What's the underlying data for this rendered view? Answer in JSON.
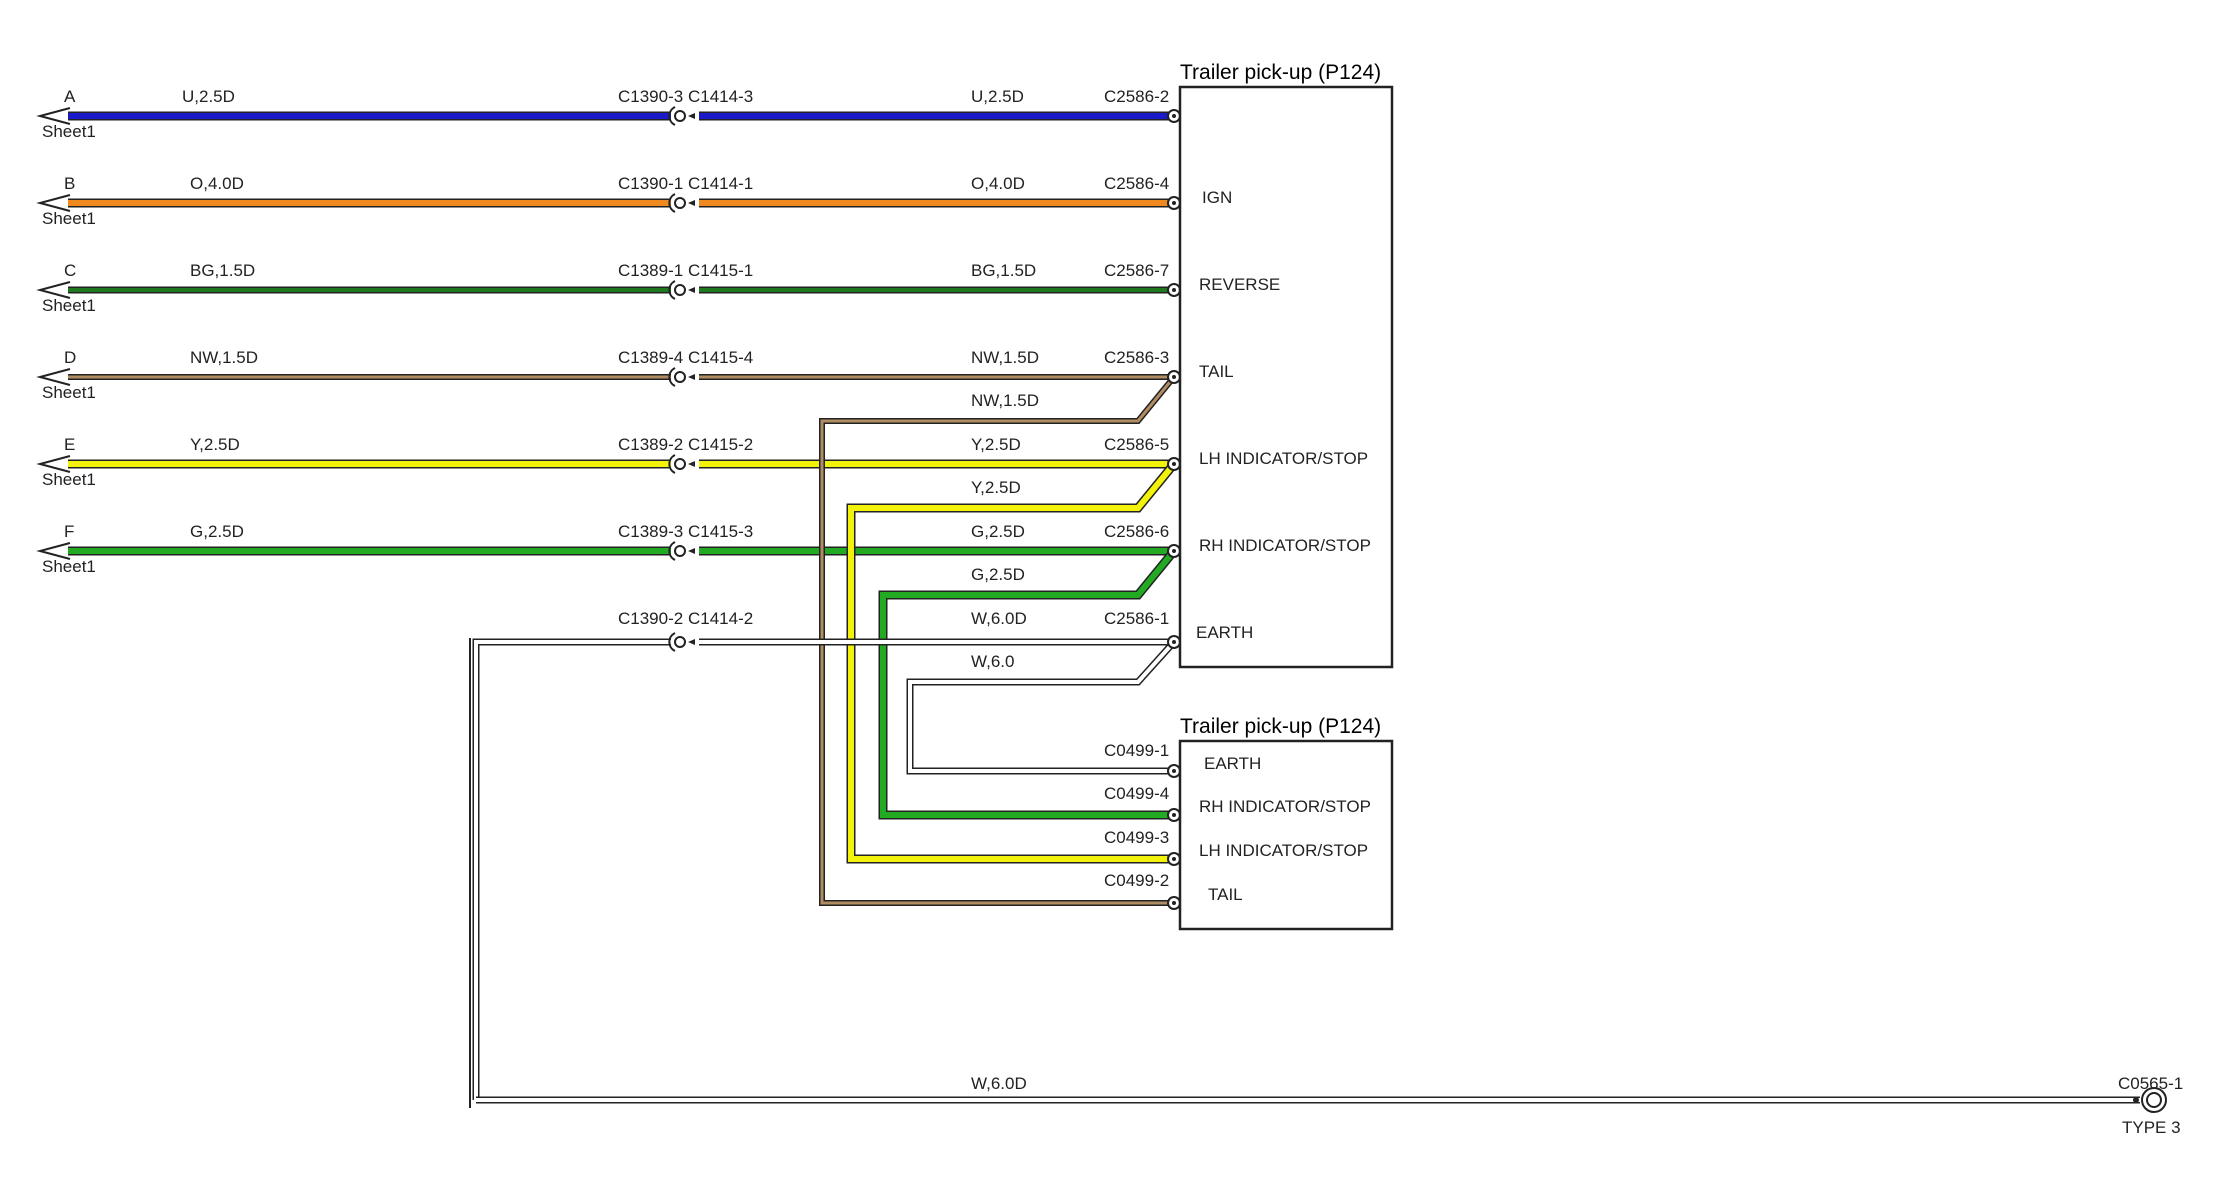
{
  "sheet_label": "Sheet1",
  "colors": {
    "U": "#1a1ac8",
    "O": "#f08a1e",
    "BG": "#1f7a1f",
    "NW": "#b08d62",
    "Y": "#f2f20a",
    "G": "#22aa22",
    "W": "#ffffff",
    "outline": "#222222"
  },
  "modules": [
    {
      "title": "Trailer pick-up (P124)",
      "pins": [
        "IGN",
        "REVERSE",
        "TAIL",
        "LH INDICATOR/STOP",
        "RH INDICATOR/STOP",
        "EARTH"
      ]
    },
    {
      "title": "Trailer pick-up (P124)",
      "pins": [
        "EARTH",
        "RH INDICATOR/STOP",
        "LH INDICATOR/STOP",
        "TAIL"
      ]
    }
  ],
  "wires": [
    {
      "letter": "A",
      "spec_left": "U,2.5D",
      "conn_left": "C1390-3",
      "conn_right": "C1414-3",
      "spec_right": "U,2.5D",
      "terminal": "C2586-2",
      "color": "U"
    },
    {
      "letter": "B",
      "spec_left": "O,4.0D",
      "conn_left": "C1390-1",
      "conn_right": "C1414-1",
      "spec_right": "O,4.0D",
      "terminal": "C2586-4",
      "color": "O"
    },
    {
      "letter": "C",
      "spec_left": "BG,1.5D",
      "conn_left": "C1389-1",
      "conn_right": "C1415-1",
      "spec_right": "BG,1.5D",
      "terminal": "C2586-7",
      "color": "BG"
    },
    {
      "letter": "D",
      "spec_left": "NW,1.5D",
      "conn_left": "C1389-4",
      "conn_right": "C1415-4",
      "spec_right": "NW,1.5D",
      "terminal": "C2586-3",
      "color": "NW"
    },
    {
      "letter": "E",
      "spec_left": "Y,2.5D",
      "conn_left": "C1389-2",
      "conn_right": "C1415-2",
      "spec_right": "Y,2.5D",
      "terminal": "C2586-5",
      "color": "Y"
    },
    {
      "letter": "F",
      "spec_left": "G,2.5D",
      "conn_left": "C1389-3",
      "conn_right": "C1415-3",
      "spec_right": "G,2.5D",
      "terminal": "C2586-6",
      "color": "G"
    },
    {
      "letter": "",
      "spec_left": "",
      "conn_left": "C1390-2",
      "conn_right": "C1414-2",
      "spec_right": "W,6.0D",
      "terminal": "C2586-1",
      "color": "W"
    }
  ],
  "branches": [
    {
      "spec": "NW,1.5D",
      "terminal": "C0499-2",
      "color": "NW"
    },
    {
      "spec": "Y,2.5D",
      "terminal": "C0499-3",
      "color": "Y"
    },
    {
      "spec": "G,2.5D",
      "terminal": "C0499-4",
      "color": "G"
    },
    {
      "spec": "W,6.0",
      "terminal": "C0499-1",
      "color": "W"
    }
  ],
  "ground": {
    "spec": "W,6.0D",
    "terminal": "C0565-1",
    "type": "TYPE 3",
    "color": "W"
  }
}
